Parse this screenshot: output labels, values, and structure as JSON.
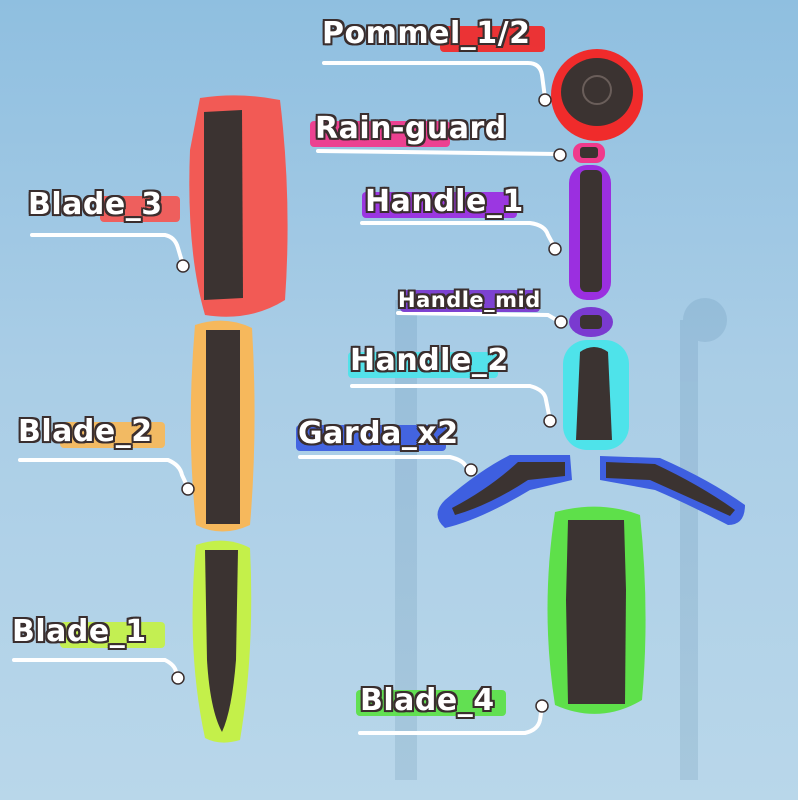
{
  "labels": {
    "pommel": "Pommel_1/2",
    "rain_guard": "Rain-guard",
    "blade_3": "Blade_3",
    "handle_1": "Handle_1",
    "handle_mid": "Handle_mid",
    "handle_2": "Handle_2",
    "garda": "Garda_x2",
    "blade_2": "Blade_2",
    "blade_1": "Blade_1",
    "blade_4": "Blade_4"
  },
  "colors": {
    "pommel": "#f02b2b",
    "rain_guard": "#f03a8c",
    "blade_3": "#f25a55",
    "handle": "#9b2fe0",
    "handle_mid": "#7a3ad0",
    "handle_2": "#4ee3ea",
    "garda": "#3e5fe0",
    "blade_2": "#f6b85c",
    "blade_1": "#c4f04a",
    "blade_4": "#5ee04a",
    "metal": "#3b3331"
  }
}
